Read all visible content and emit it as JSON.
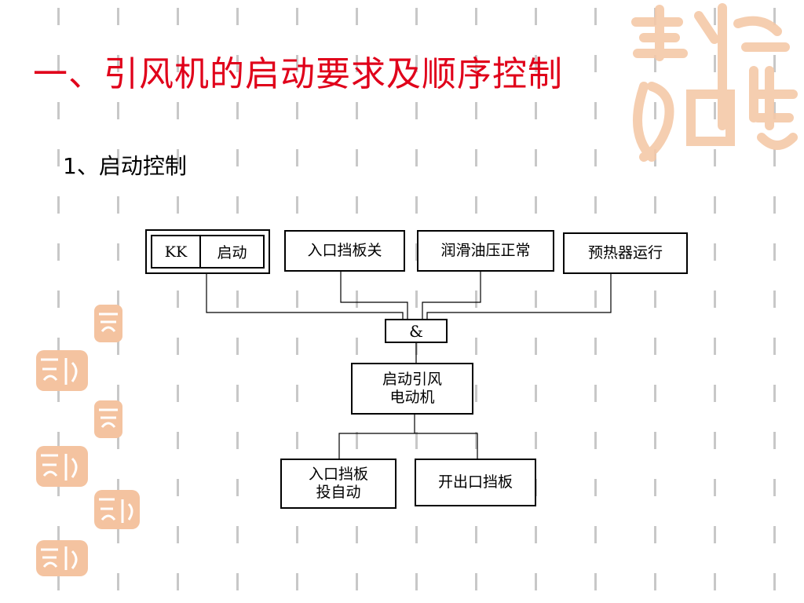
{
  "title": "一、引风机的启动要求及顺序控制",
  "subtitle": "1、启动控制",
  "diagram": {
    "kk_box": {
      "left_label": "KK",
      "right_label": "启动"
    },
    "inputs": [
      "入口挡板关",
      "润滑油压正常",
      "预热器运行"
    ],
    "and_gate": "&",
    "motor": [
      "启动引风",
      "电动机"
    ],
    "outputs": {
      "damper_auto": [
        "入口挡板",
        "投自动"
      ],
      "open_outlet": "开出口挡板"
    }
  },
  "colors": {
    "title": "#e0001a",
    "decoration": "#f2b98f",
    "dashes": "#c8c8c8"
  }
}
